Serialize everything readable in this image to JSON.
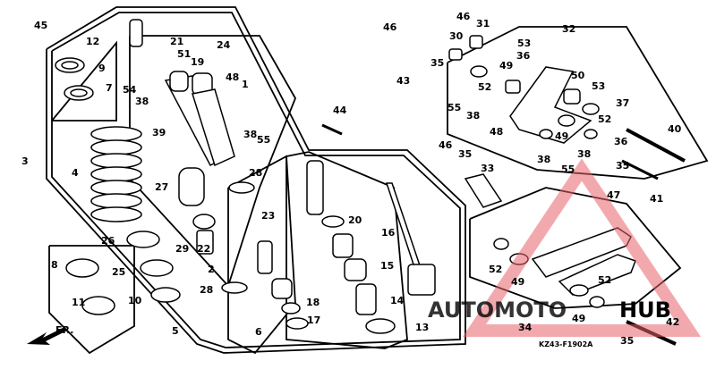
{
  "diagram": {
    "code": "KZ43-F1902A",
    "direction_label": "FR.",
    "watermark": {
      "text_part1": "AUTOMOTO",
      "text_part2": "HUB",
      "color_triangle": "#e8636b",
      "color_part1": "#f2c45a",
      "color_part2": "#3a3a3a"
    },
    "callouts": [
      "45",
      "12",
      "21",
      "24",
      "51",
      "19",
      "9",
      "7",
      "54",
      "38",
      "39",
      "48",
      "1",
      "38",
      "55",
      "3",
      "4",
      "27",
      "28",
      "23",
      "26",
      "29",
      "22",
      "2",
      "28",
      "25",
      "8",
      "10",
      "11",
      "5",
      "6",
      "18",
      "17",
      "16",
      "20",
      "15",
      "14",
      "13",
      "44",
      "46",
      "46",
      "31",
      "30",
      "35",
      "43",
      "32",
      "53",
      "36",
      "49",
      "52",
      "50",
      "53",
      "55",
      "38",
      "48",
      "52",
      "38",
      "49",
      "55",
      "38",
      "37",
      "40",
      "36",
      "35",
      "46",
      "35",
      "33",
      "47",
      "41",
      "52",
      "49",
      "52",
      "49",
      "34",
      "35",
      "42"
    ]
  }
}
